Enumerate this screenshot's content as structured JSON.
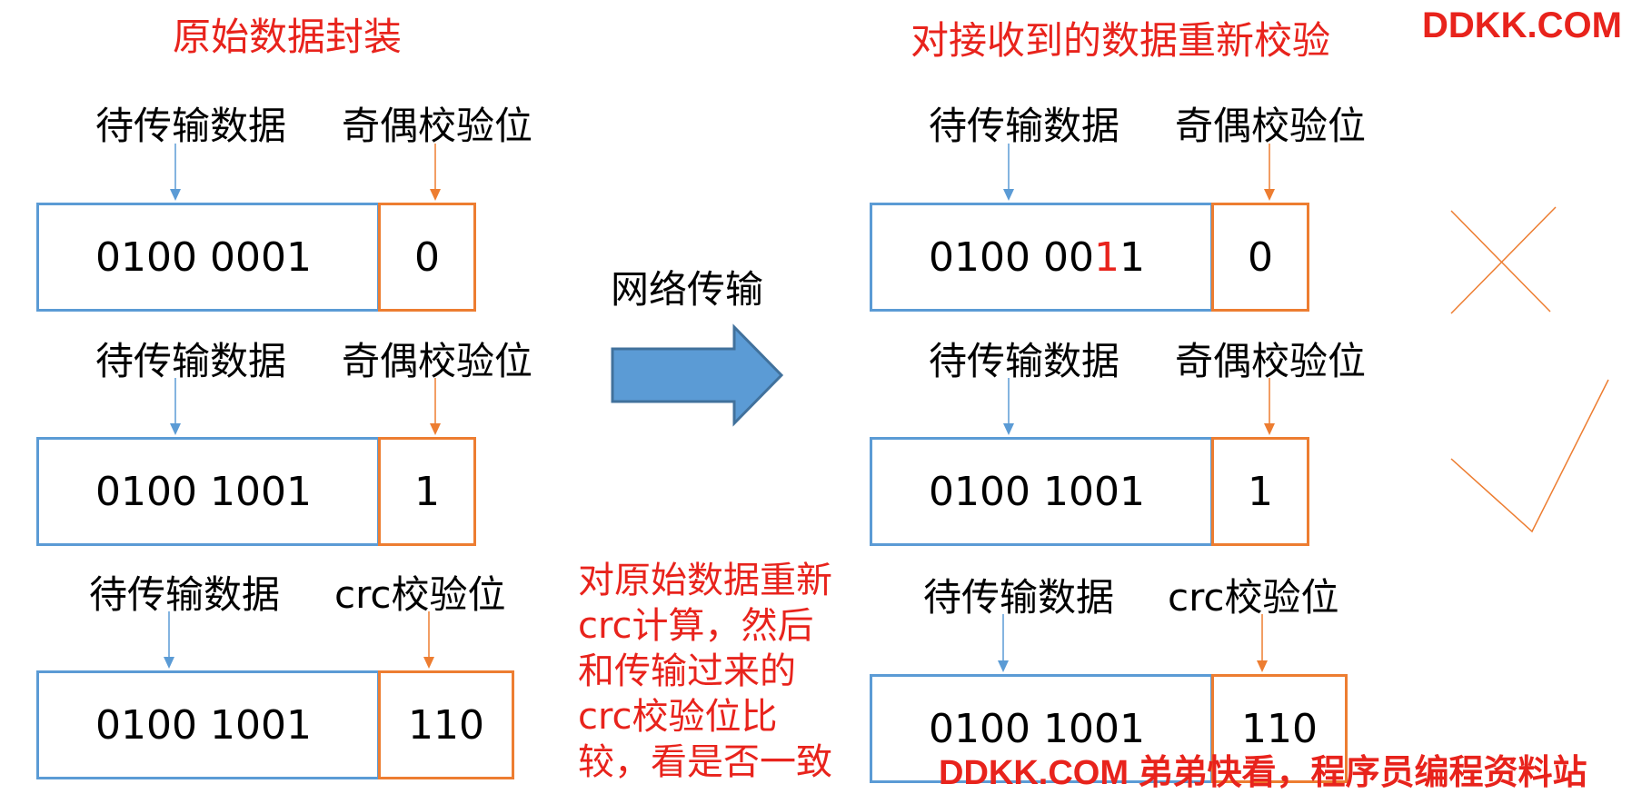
{
  "titles": {
    "left": "原始数据封装",
    "right": "对接收到的数据重新校验"
  },
  "watermark": {
    "top": "DDKK.COM",
    "bottom": "DDKK.COM 弟弟快看，程序员编程资料站"
  },
  "transfer_label": "网络传输",
  "crc_note": "对原始数据重新crc计算，然后和传输过来的crc校验位比较，看是否一致",
  "left_groups": [
    {
      "data_label": "待传输数据",
      "check_label": "奇偶校验位",
      "data_value": "0100 0001",
      "check_value": "0"
    },
    {
      "data_label": "待传输数据",
      "check_label": "奇偶校验位",
      "data_value": "0100 1001",
      "check_value": "1"
    },
    {
      "data_label": "待传输数据",
      "check_label": "crc校验位",
      "data_value": "0100 1001",
      "check_value": "110"
    }
  ],
  "right_groups": [
    {
      "data_label": "待传输数据",
      "check_label": "奇偶校验位",
      "data_value_prefix": "0100 00",
      "data_value_flipped": "1",
      "data_value_suffix": "1",
      "check_value": "0",
      "result": "cross"
    },
    {
      "data_label": "待传输数据",
      "check_label": "奇偶校验位",
      "data_value": "0100 1001",
      "check_value": "1",
      "result": "check"
    },
    {
      "data_label": "待传输数据",
      "check_label": "crc校验位",
      "data_value": "0100 1001",
      "check_value": "110"
    }
  ],
  "colors": {
    "data_box": "#5b9bd5",
    "check_box": "#ed7d31",
    "highlight": "#e8231c",
    "arrow_fill": "#5b9bd5",
    "arrow_stroke": "#41719c"
  }
}
